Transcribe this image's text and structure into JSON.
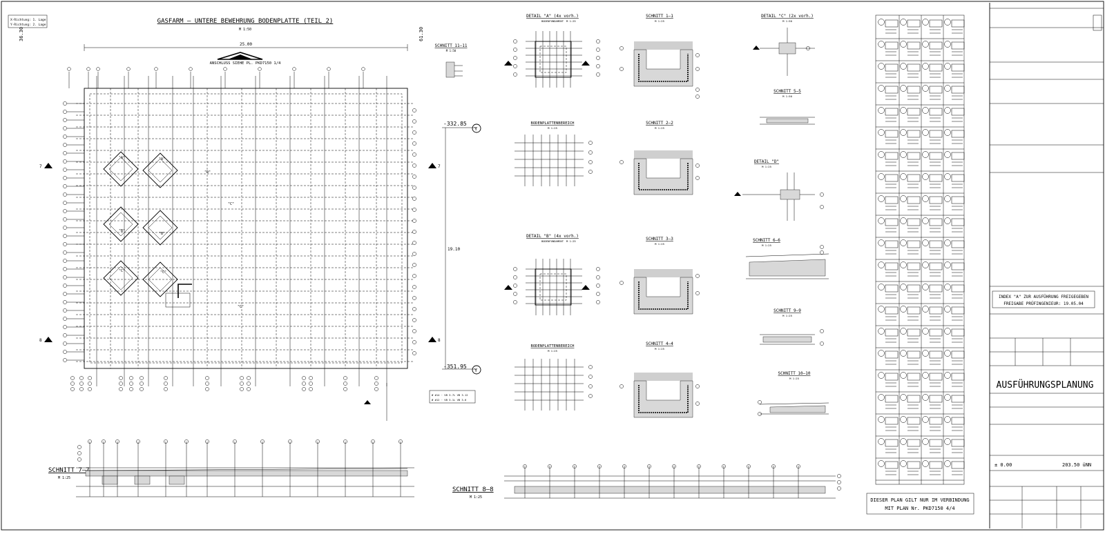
{
  "legend": {
    "x_dir": "X-Richtung: 1. Lage",
    "y_dir": "Y-Richtung: 2. Lage"
  },
  "plan": {
    "title": "GASFARM – UNTERE BEWEHRUNG BODENPLATTE (TEIL 2)",
    "scale": "M 1:50",
    "dim_width": "25.00",
    "dim_height": "19.10",
    "dim_left_top": "36.30",
    "dim_right_top": "61.30",
    "connection_note": "ANSCHLUSS SIEHE PL. PKD7150 1/4",
    "level_top": "-332.85",
    "level_bottom": "-351.95",
    "axis_label": "Y",
    "det_a": "\"A\"",
    "det_b": "\"B\"",
    "det_c": "\"C\"",
    "det_d": "\"D\"",
    "cut7": "7",
    "cut8": "8",
    "note_box_1": "Ø #14 · VB 3.7L VB 3.12",
    "note_box_2": "Ø #12 · VB 3.1L VB 3.6"
  },
  "sections": {
    "s11": {
      "title": "SCHNITT 11–11",
      "scale": "M 1:50"
    },
    "s77": {
      "title": "SCHNITT 7–7",
      "scale": "M 1:25"
    },
    "s88": {
      "title": "SCHNITT 8–8",
      "scale": "M 1:25"
    },
    "detA": {
      "title": "DETAIL \"A\" (4x vorh.)",
      "sub": "BODENFUNDAMENT",
      "scale": "M 1:25"
    },
    "s11b": {
      "title": "SCHNITT 1–1",
      "scale": "M 1:25"
    },
    "detC": {
      "title": "DETAIL \"C\" (2x vorh.)",
      "scale": "M 1:50"
    },
    "s55": {
      "title": "SCHNITT 5–5",
      "scale": "M 1:50"
    },
    "bpb1": {
      "title": "BODENPLATTENBEREICH",
      "scale": "M 1:25"
    },
    "s22": {
      "title": "SCHNITT 2–2",
      "scale": "M 1:25"
    },
    "detD": {
      "title": "DETAIL \"D\"",
      "scale": "M 1:25"
    },
    "detB": {
      "title": "DETAIL \"B\" (4x vorh.)",
      "sub": "BODENFUNDAMENT",
      "scale": "M 1:25"
    },
    "s33": {
      "title": "SCHNITT 3–3",
      "scale": "M 1:25"
    },
    "s66": {
      "title": "SCHNITT 6–6",
      "scale": "M 1:25"
    },
    "bpb2": {
      "title": "BODENPLATTENBEREICH",
      "scale": "M 1:25"
    },
    "s44": {
      "title": "SCHNITT 4–4",
      "scale": "M 1:25"
    },
    "s99": {
      "title": "SCHNITT 9–9",
      "scale": "M 1:25"
    },
    "s1010": {
      "title": "SCHNITT 10–10",
      "scale": "M 1:25"
    }
  },
  "notice": {
    "line1": "DIESER PLAN GILT NUR IM VERBINDUNG",
    "line2": "MIT PLAN Nr. PKD7150 4/4"
  },
  "title_block": {
    "index_line1": "INDEX \"A\" ZUR AUSFÜHRUNG FREIGEGEBEN",
    "index_line2": "FREIGABE PRÜFINGENIEUR: 19.05.04",
    "planning": "AUSFÜHRUNGSPLANUNG",
    "level_zero": "± 0.00",
    "level_nn": "203.50 üNN"
  }
}
